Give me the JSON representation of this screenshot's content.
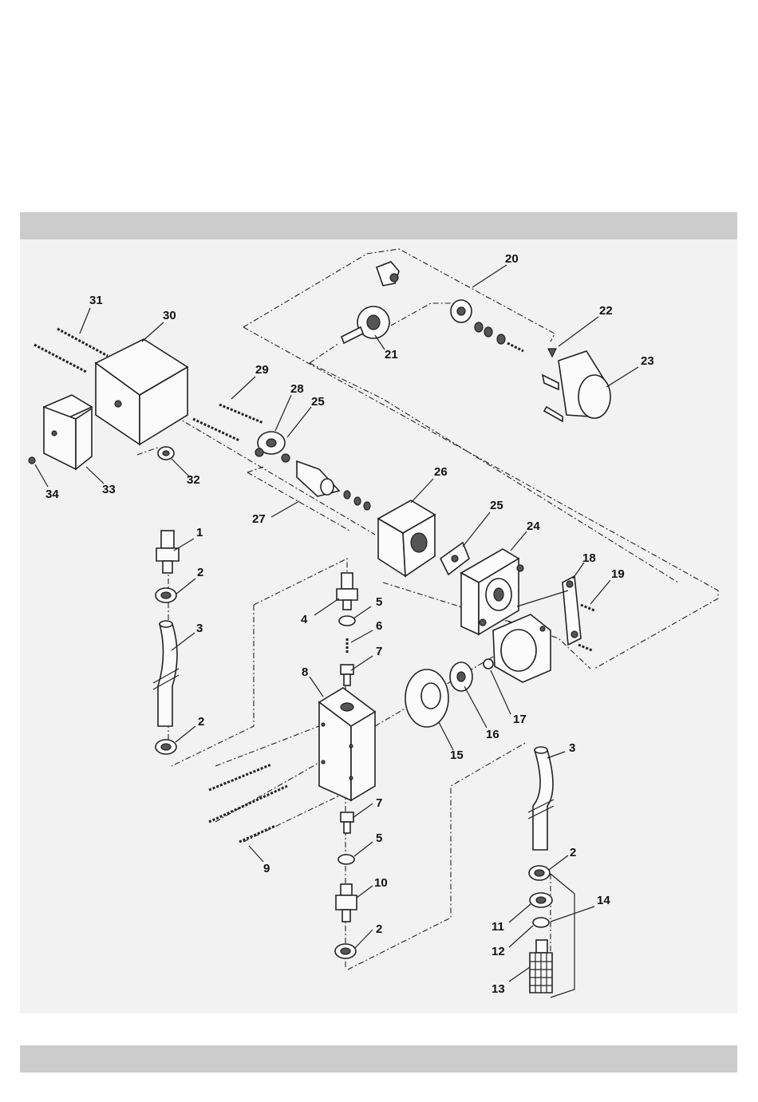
{
  "figure": {
    "callouts": [
      {
        "id": "callout-20",
        "text": "20"
      },
      {
        "id": "callout-31",
        "text": "31"
      },
      {
        "id": "callout-30",
        "text": "30"
      },
      {
        "id": "callout-22",
        "text": "22"
      },
      {
        "id": "callout-23",
        "text": "23"
      },
      {
        "id": "callout-21",
        "text": "21"
      },
      {
        "id": "callout-29",
        "text": "29"
      },
      {
        "id": "callout-28",
        "text": "28"
      },
      {
        "id": "callout-25a",
        "text": "25"
      },
      {
        "id": "callout-32",
        "text": "32"
      },
      {
        "id": "callout-34",
        "text": "34"
      },
      {
        "id": "callout-33",
        "text": "33"
      },
      {
        "id": "callout-26",
        "text": "26"
      },
      {
        "id": "callout-27",
        "text": "27"
      },
      {
        "id": "callout-25b",
        "text": "25"
      },
      {
        "id": "callout-24",
        "text": "24"
      },
      {
        "id": "callout-1",
        "text": "1"
      },
      {
        "id": "callout-2a",
        "text": "2"
      },
      {
        "id": "callout-18",
        "text": "18"
      },
      {
        "id": "callout-19",
        "text": "19"
      },
      {
        "id": "callout-5a",
        "text": "5"
      },
      {
        "id": "callout-4",
        "text": "4"
      },
      {
        "id": "callout-3a",
        "text": "3"
      },
      {
        "id": "callout-6",
        "text": "6"
      },
      {
        "id": "callout-7a",
        "text": "7"
      },
      {
        "id": "callout-8",
        "text": "8"
      },
      {
        "id": "callout-17",
        "text": "17"
      },
      {
        "id": "callout-16",
        "text": "16"
      },
      {
        "id": "callout-2b",
        "text": "2"
      },
      {
        "id": "callout-15",
        "text": "15"
      },
      {
        "id": "callout-3b",
        "text": "3"
      },
      {
        "id": "callout-7b",
        "text": "7"
      },
      {
        "id": "callout-5b",
        "text": "5"
      },
      {
        "id": "callout-9",
        "text": "9"
      },
      {
        "id": "callout-2c",
        "text": "2"
      },
      {
        "id": "callout-10",
        "text": "10"
      },
      {
        "id": "callout-14",
        "text": "14"
      },
      {
        "id": "callout-11",
        "text": "11"
      },
      {
        "id": "callout-12",
        "text": "12"
      },
      {
        "id": "callout-2d",
        "text": "2"
      },
      {
        "id": "callout-13",
        "text": "13"
      }
    ]
  },
  "colors": {
    "band": "#cccccc",
    "diagram_background": "#f2f2f2",
    "ink": "#222222"
  }
}
